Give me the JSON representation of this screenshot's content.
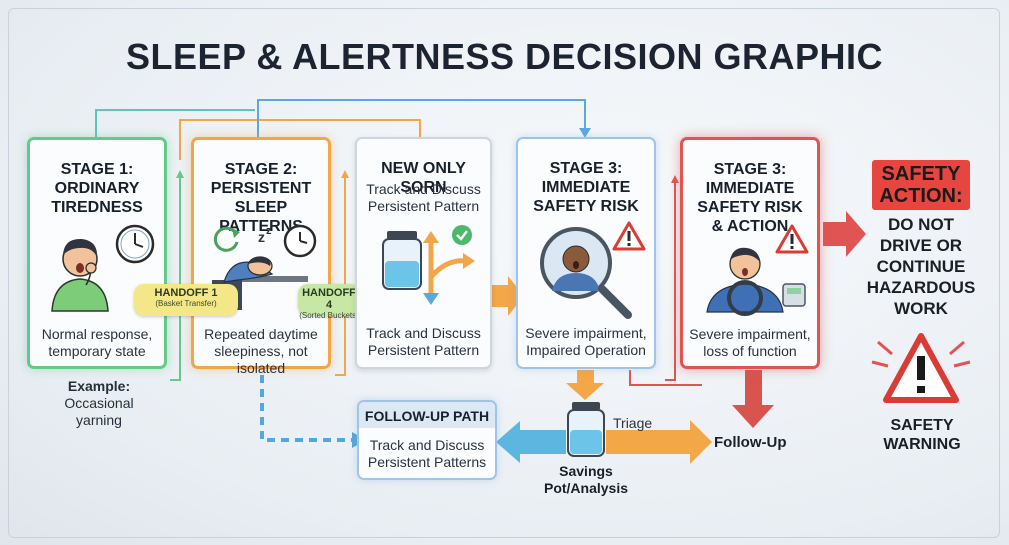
{
  "title": "SLEEP & ALERTNESS DECISION GRAPHIC",
  "colors": {
    "green": "#66c98a",
    "orange": "#f2a64a",
    "red": "#e05552",
    "blue": "#5aa8e0",
    "warning_red": "#d93b35"
  },
  "stage1": {
    "heading": [
      "STAGE 1:",
      "ORDINARY",
      "TIREDNESS"
    ],
    "text": [
      "Normal response,",
      "temporary state"
    ],
    "icons": [
      "yawning-person-icon",
      "clock-icon"
    ]
  },
  "example": {
    "label": "Example:",
    "text": [
      "Occasional",
      "yarning"
    ]
  },
  "handoff1": {
    "label": "HANDOFF 1",
    "sub": "(Basket Transfer)"
  },
  "stage2": {
    "heading": [
      "STAGE 2:",
      "PERSISTENT",
      "SLEEP PATTERNS"
    ],
    "text": [
      "Repeated daytime",
      "sleepiness, not isolated"
    ],
    "icons": [
      "refresh-icon",
      "sleeping-person-icon",
      "clock-icon"
    ]
  },
  "handoff4": {
    "label": "HANDOFF 4",
    "sub": "(Sorted Buckets)"
  },
  "newonly": {
    "heading": "NEW ONLY SORN",
    "sub": [
      "Track and Discuss",
      "Persistent Pattern"
    ],
    "text": [
      "Track and Discuss",
      "Persistent Pattern"
    ],
    "icons": [
      "jar-icon",
      "split-arrow-icon",
      "check-icon"
    ]
  },
  "stage3a": {
    "heading": [
      "STAGE 3:",
      "IMMEDIATE",
      "SAFETY RISK"
    ],
    "text": [
      "Severe impairment,",
      "Impaired Operation"
    ],
    "icons": [
      "magnifier-icon",
      "warning-icon"
    ]
  },
  "stage3b": {
    "heading": [
      "STAGE 3:",
      "IMMEDIATE",
      "SAFETY RISK",
      "& ACTION"
    ],
    "text": [
      "Severe impairment,",
      "loss of function"
    ],
    "icons": [
      "driver-icon",
      "warning-icon"
    ]
  },
  "safety": {
    "heading": [
      "SAFETY",
      "ACTION:"
    ],
    "text": [
      "DO NOT",
      "DRIVE OR",
      "CONTINUE",
      "HAZARDOUS",
      "WORK"
    ],
    "warning": [
      "SAFETY",
      "WARNING"
    ],
    "icons": [
      "warning-triangle-icon"
    ]
  },
  "followup_path": {
    "heading": "FOLLOW-UP PATH",
    "text": [
      "Track and Discuss",
      "Persistent Patterns"
    ]
  },
  "savings": {
    "text": [
      "Savings",
      "Pot/Analysis"
    ],
    "icons": [
      "jar-icon"
    ]
  },
  "triage": "Triage",
  "followup": "Follow-Up"
}
